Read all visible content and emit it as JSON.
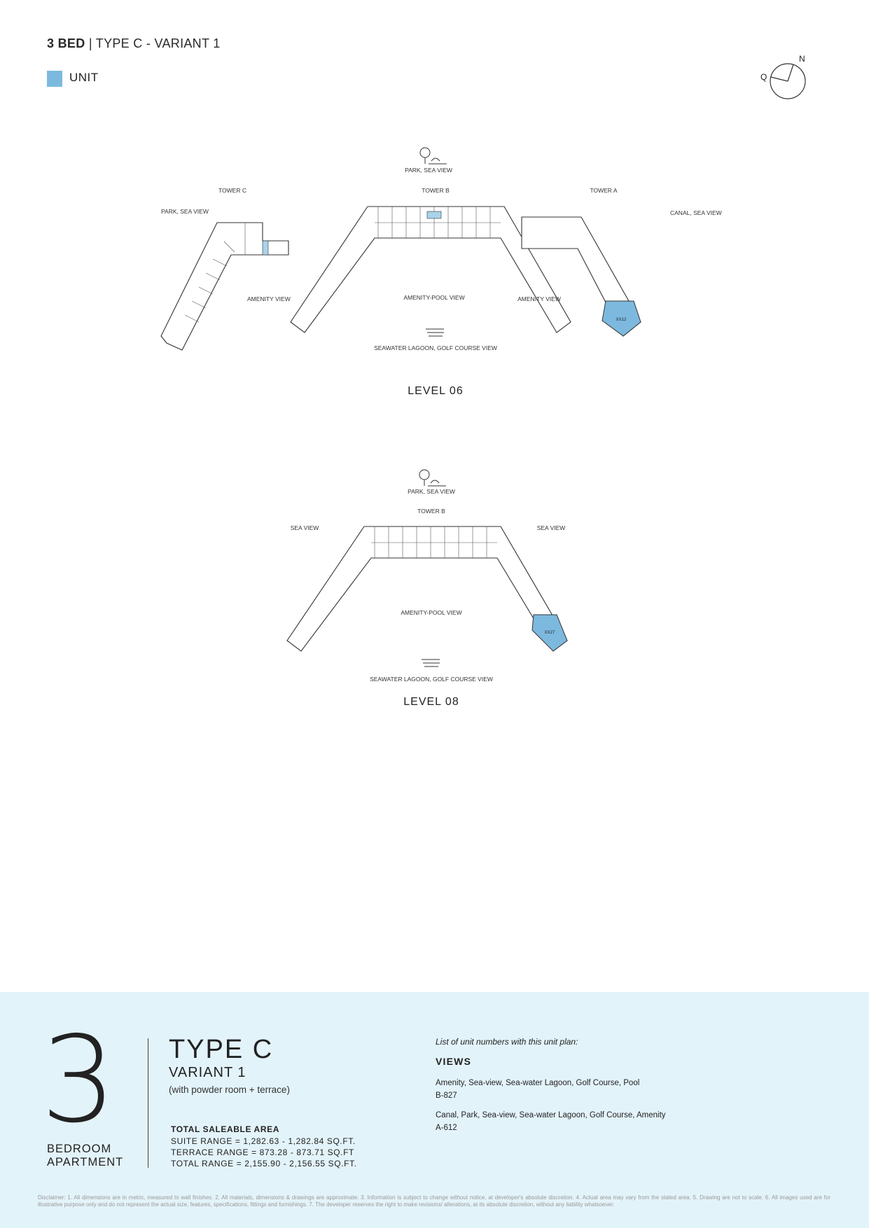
{
  "header": {
    "title_bold": "3 BED",
    "title_rest": "| TYPE C - VARIANT 1",
    "legend_label": "UNIT"
  },
  "compass": {
    "north": "N",
    "mark": "Q"
  },
  "colors": {
    "unit_highlight": "#7db9df",
    "panel_bg": "#e3f3fa"
  },
  "level06": {
    "title": "LEVEL 06",
    "view_top": "PARK, SEA VIEW",
    "view_bottom": "SEAWATER LAGOON, GOLF COURSE VIEW",
    "view_center": "AMENITY-POOL VIEW",
    "tower_c": "TOWER C",
    "tower_b": "TOWER B",
    "tower_a": "TOWER A",
    "tower_c_view_left": "PARK, SEA VIEW",
    "tower_c_view_right": "AMENITY VIEW",
    "tower_a_view_left": "AMENITY VIEW",
    "tower_a_view_right": "CANAL, SEA VIEW",
    "highlighted_unit": "XX12"
  },
  "level08": {
    "title": "LEVEL 08",
    "view_top": "PARK, SEA VIEW",
    "view_bottom": "SEAWATER LAGOON, GOLF COURSE VIEW",
    "view_center": "AMENITY-POOL VIEW",
    "tower_b": "TOWER B",
    "view_left": "SEA VIEW",
    "view_right": "SEA VIEW",
    "highlighted_unit": "XX27"
  },
  "summary": {
    "big_number": "3",
    "bedroom_line1": "BEDROOM",
    "bedroom_line2": "APARTMENT",
    "type": "TYPE C",
    "variant": "VARIANT 1",
    "note": "(with powder room + terrace)",
    "area_title": "TOTAL SALEABLE AREA",
    "suite_range": "SUITE RANGE = 1,282.63 - 1,282.84 SQ.FT.",
    "terrace_range": "TERRACE RANGE = 873.28 - 873.71 SQ.FT",
    "total_range": "TOTAL RANGE = 2,155.90 - 2,156.55 SQ.FT.",
    "list_title": "List of unit numbers with this unit plan:",
    "views_title": "VIEWS",
    "view1_text": "Amenity, Sea-view, Sea-water Lagoon, Golf Course, Pool",
    "view1_unit": "B-827",
    "view2_text": "Canal, Park, Sea-view, Sea-water Lagoon, Golf Course, Amenity",
    "view2_unit": "A-612"
  },
  "disclaimer": "Disclaimer: 1. All dimensions are in metric, measured to wall finishes. 2. All materials, dimensions & drawings are approximate. 3. Information is subject to change without notice, at developer's absolute discretion. 4. Actual area may vary from the stated area. 5. Drawing are not to scale. 6. All images used are for illustrative purpose only and do not represent the actual size, features, specifications, fittings and furnishings. 7. The developer reserves the right to make revisions/ alterations, at its absolute discretion, without any liability whatsoever."
}
